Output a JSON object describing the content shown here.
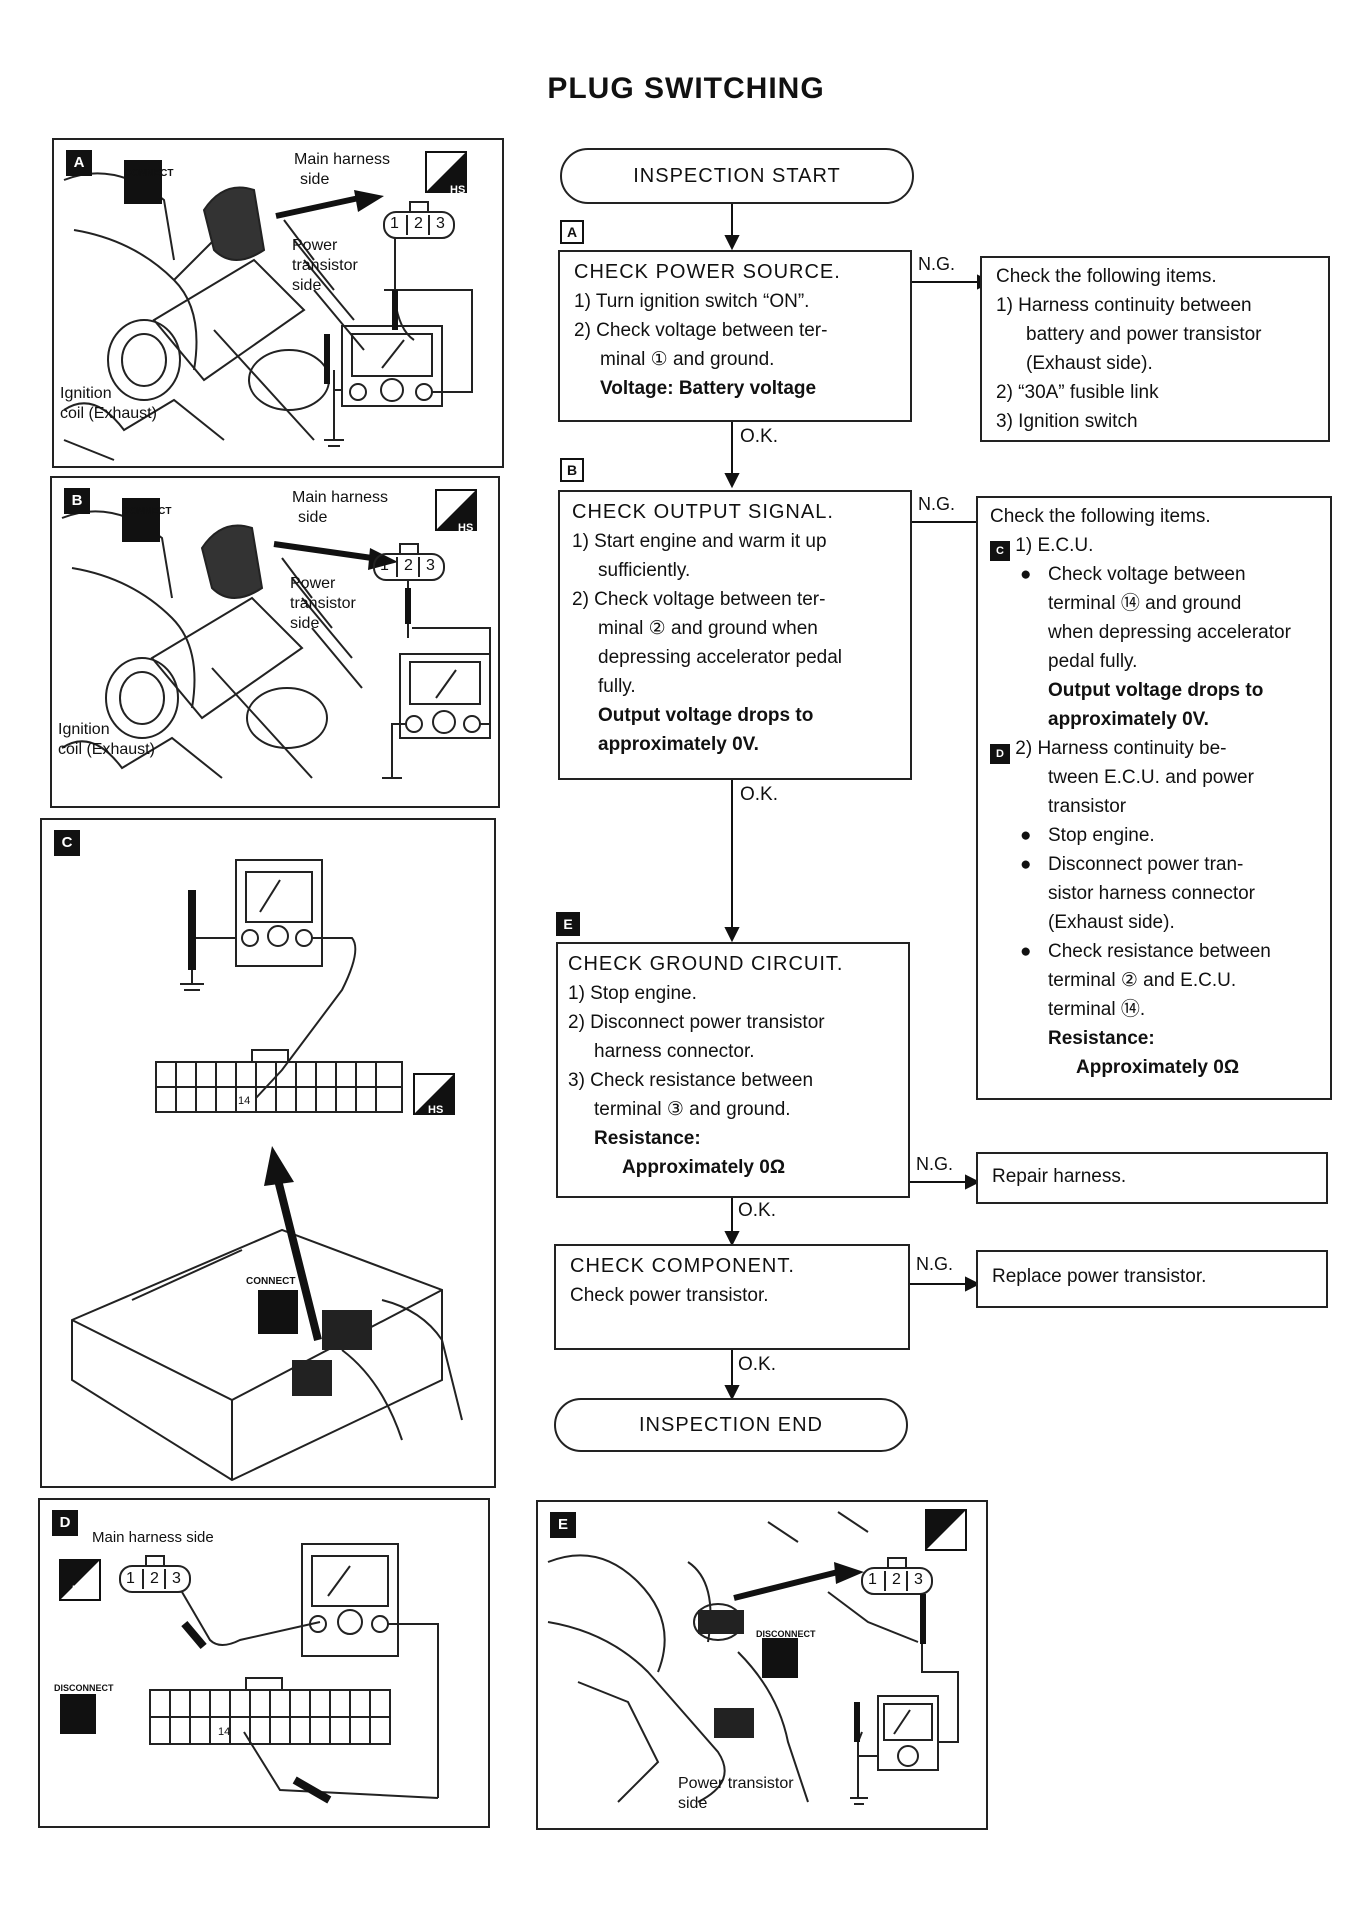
{
  "page": {
    "title": "PLUG SWITCHING"
  },
  "panels": {
    "a": {
      "letter": "A",
      "main_harness": "Main harness",
      "main_side": "side",
      "power": "Power",
      "transistor": "transistor",
      "transistor_side": "side",
      "ignition": "Ignition",
      "coil": "coil (Exhaust)",
      "connect": "CONNECT",
      "hs": "HS",
      "pins": [
        "1",
        "2",
        "3"
      ]
    },
    "b": {
      "letter": "B",
      "main_harness": "Main harness",
      "main_side": "side",
      "power": "Power",
      "transistor": "transistor",
      "transistor_side": "side",
      "ignition": "Ignition",
      "coil": "coil (Exhaust)",
      "connect": "CONNECT",
      "hs": "HS",
      "pins": [
        "1",
        "2",
        "3"
      ]
    },
    "c": {
      "letter": "C",
      "pin": "14",
      "connect": "CONNECT",
      "hs": "HS"
    },
    "d": {
      "letter": "D",
      "main_side": "Main harness side",
      "pin": "14",
      "disconnect": "DISCONNECT",
      "pins": [
        "1",
        "2",
        "3"
      ],
      "hs": "HS"
    },
    "e": {
      "letter": "E",
      "power_transistor": "Power transistor",
      "side": "side",
      "disconnect": "DISCONNECT",
      "pins": [
        "1",
        "2",
        "3"
      ],
      "hs": "HS"
    }
  },
  "flow": {
    "start": "INSPECTION START",
    "end": "INSPECTION END",
    "ng": "N.G.",
    "ok": "O.K.",
    "step1": {
      "tag": "A",
      "title": "CHECK POWER SOURCE.",
      "l1": "1) Turn ignition switch “ON”.",
      "l2": "2) Check voltage between ter-",
      "l3": "minal ① and ground.",
      "l4": "Voltage: Battery voltage"
    },
    "step2": {
      "tag": "B",
      "title": "CHECK OUTPUT SIGNAL.",
      "l1": "1) Start engine and warm it up",
      "l2": "sufficiently.",
      "l3": "2) Check voltage between ter-",
      "l4": "minal ② and ground when",
      "l5": "depressing accelerator pedal",
      "l6": "fully.",
      "l7": "Output voltage drops to",
      "l8": "approximately 0V."
    },
    "step3": {
      "tag": "E",
      "title": "CHECK GROUND CIRCUIT.",
      "l1": "1) Stop engine.",
      "l2": "2) Disconnect power transistor",
      "l3": "harness connector.",
      "l4": "3) Check resistance between",
      "l5": "terminal ③ and ground.",
      "l6": "Resistance:",
      "l7": "Approximately 0Ω"
    },
    "step4": {
      "title": "CHECK COMPONENT.",
      "l1": "Check power transistor."
    },
    "side1": {
      "l0": "Check the following items.",
      "l1": "1) Harness continuity between",
      "l2": "battery and power transistor",
      "l3": "(Exhaust side).",
      "l4": "2) “30A” fusible link",
      "l5": "3) Ignition switch"
    },
    "side2": {
      "l0": "Check the following items.",
      "tag_c": "C",
      "l1": "1) E.C.U.",
      "l2": "Check voltage between",
      "l3": "terminal ⑭ and ground",
      "l4": "when depressing accelerator",
      "l5": "pedal fully.",
      "l6": "Output voltage drops to",
      "l7": "approximately 0V.",
      "tag_d": "D",
      "l8": "2) Harness continuity be-",
      "l9": "tween E.C.U. and power",
      "l10": "transistor",
      "l11": "Stop engine.",
      "l12": "Disconnect power tran-",
      "l13": "sistor harness connector",
      "l14": "(Exhaust side).",
      "l15": "Check resistance between",
      "l16": "terminal ② and E.C.U.",
      "l17": "terminal ⑭.",
      "l18": "Resistance:",
      "l19": "Approximately 0Ω"
    },
    "side3": {
      "l0": "Repair harness."
    },
    "side4": {
      "l0": "Replace power transistor."
    }
  }
}
